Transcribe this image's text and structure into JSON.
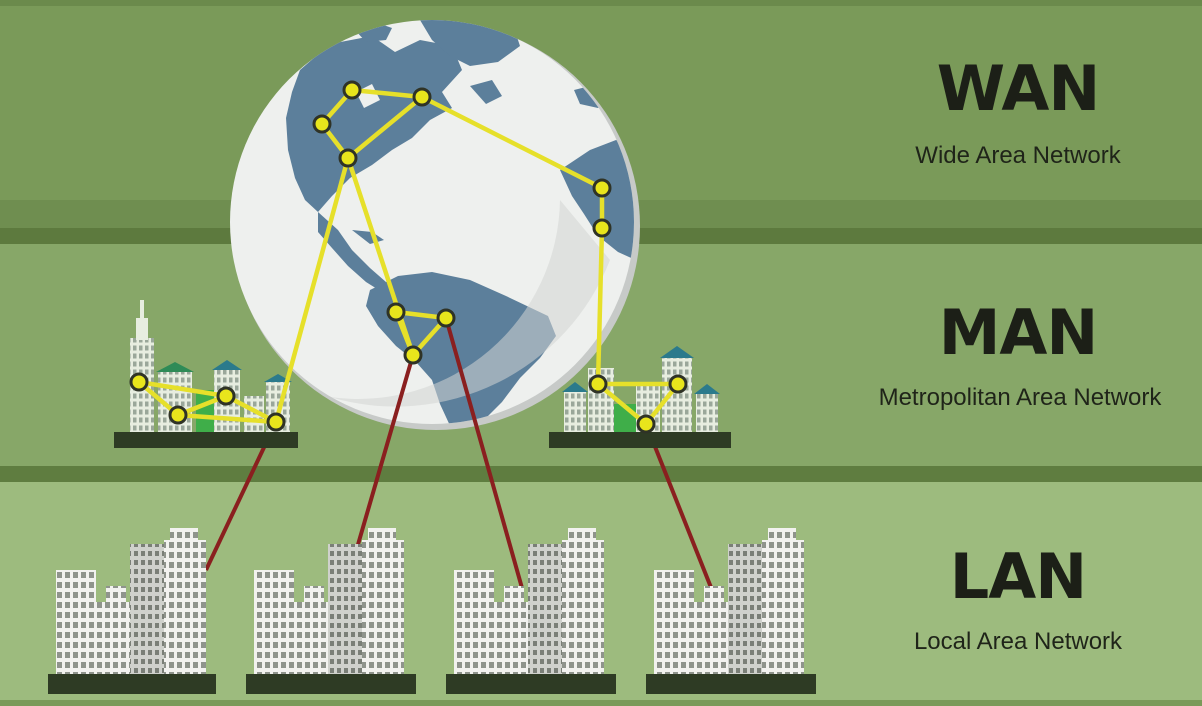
{
  "tiers": [
    {
      "key": "wan",
      "title": "WAN",
      "subtitle": "Wide Area Network"
    },
    {
      "key": "man",
      "title": "MAN",
      "subtitle": "Metropolitan Area Network"
    },
    {
      "key": "lan",
      "title": "LAN",
      "subtitle": "Local Area Network"
    }
  ],
  "colors": {
    "wan_band": "#7a9a59",
    "man_band": "#87a768",
    "lan_band": "#9dbb7e",
    "divider": "#5d7a3e",
    "ocean": "#eef0ee",
    "land": "#5c7f9b",
    "wan_link": "#e6e02a",
    "node_fill": "#e8e51c",
    "lan_link": "#8a1f1f",
    "ground": "#2e3b24",
    "building": "#f1f1ee"
  },
  "icons": [
    "globe-icon",
    "city-cluster-icon",
    "office-building-icon"
  ]
}
